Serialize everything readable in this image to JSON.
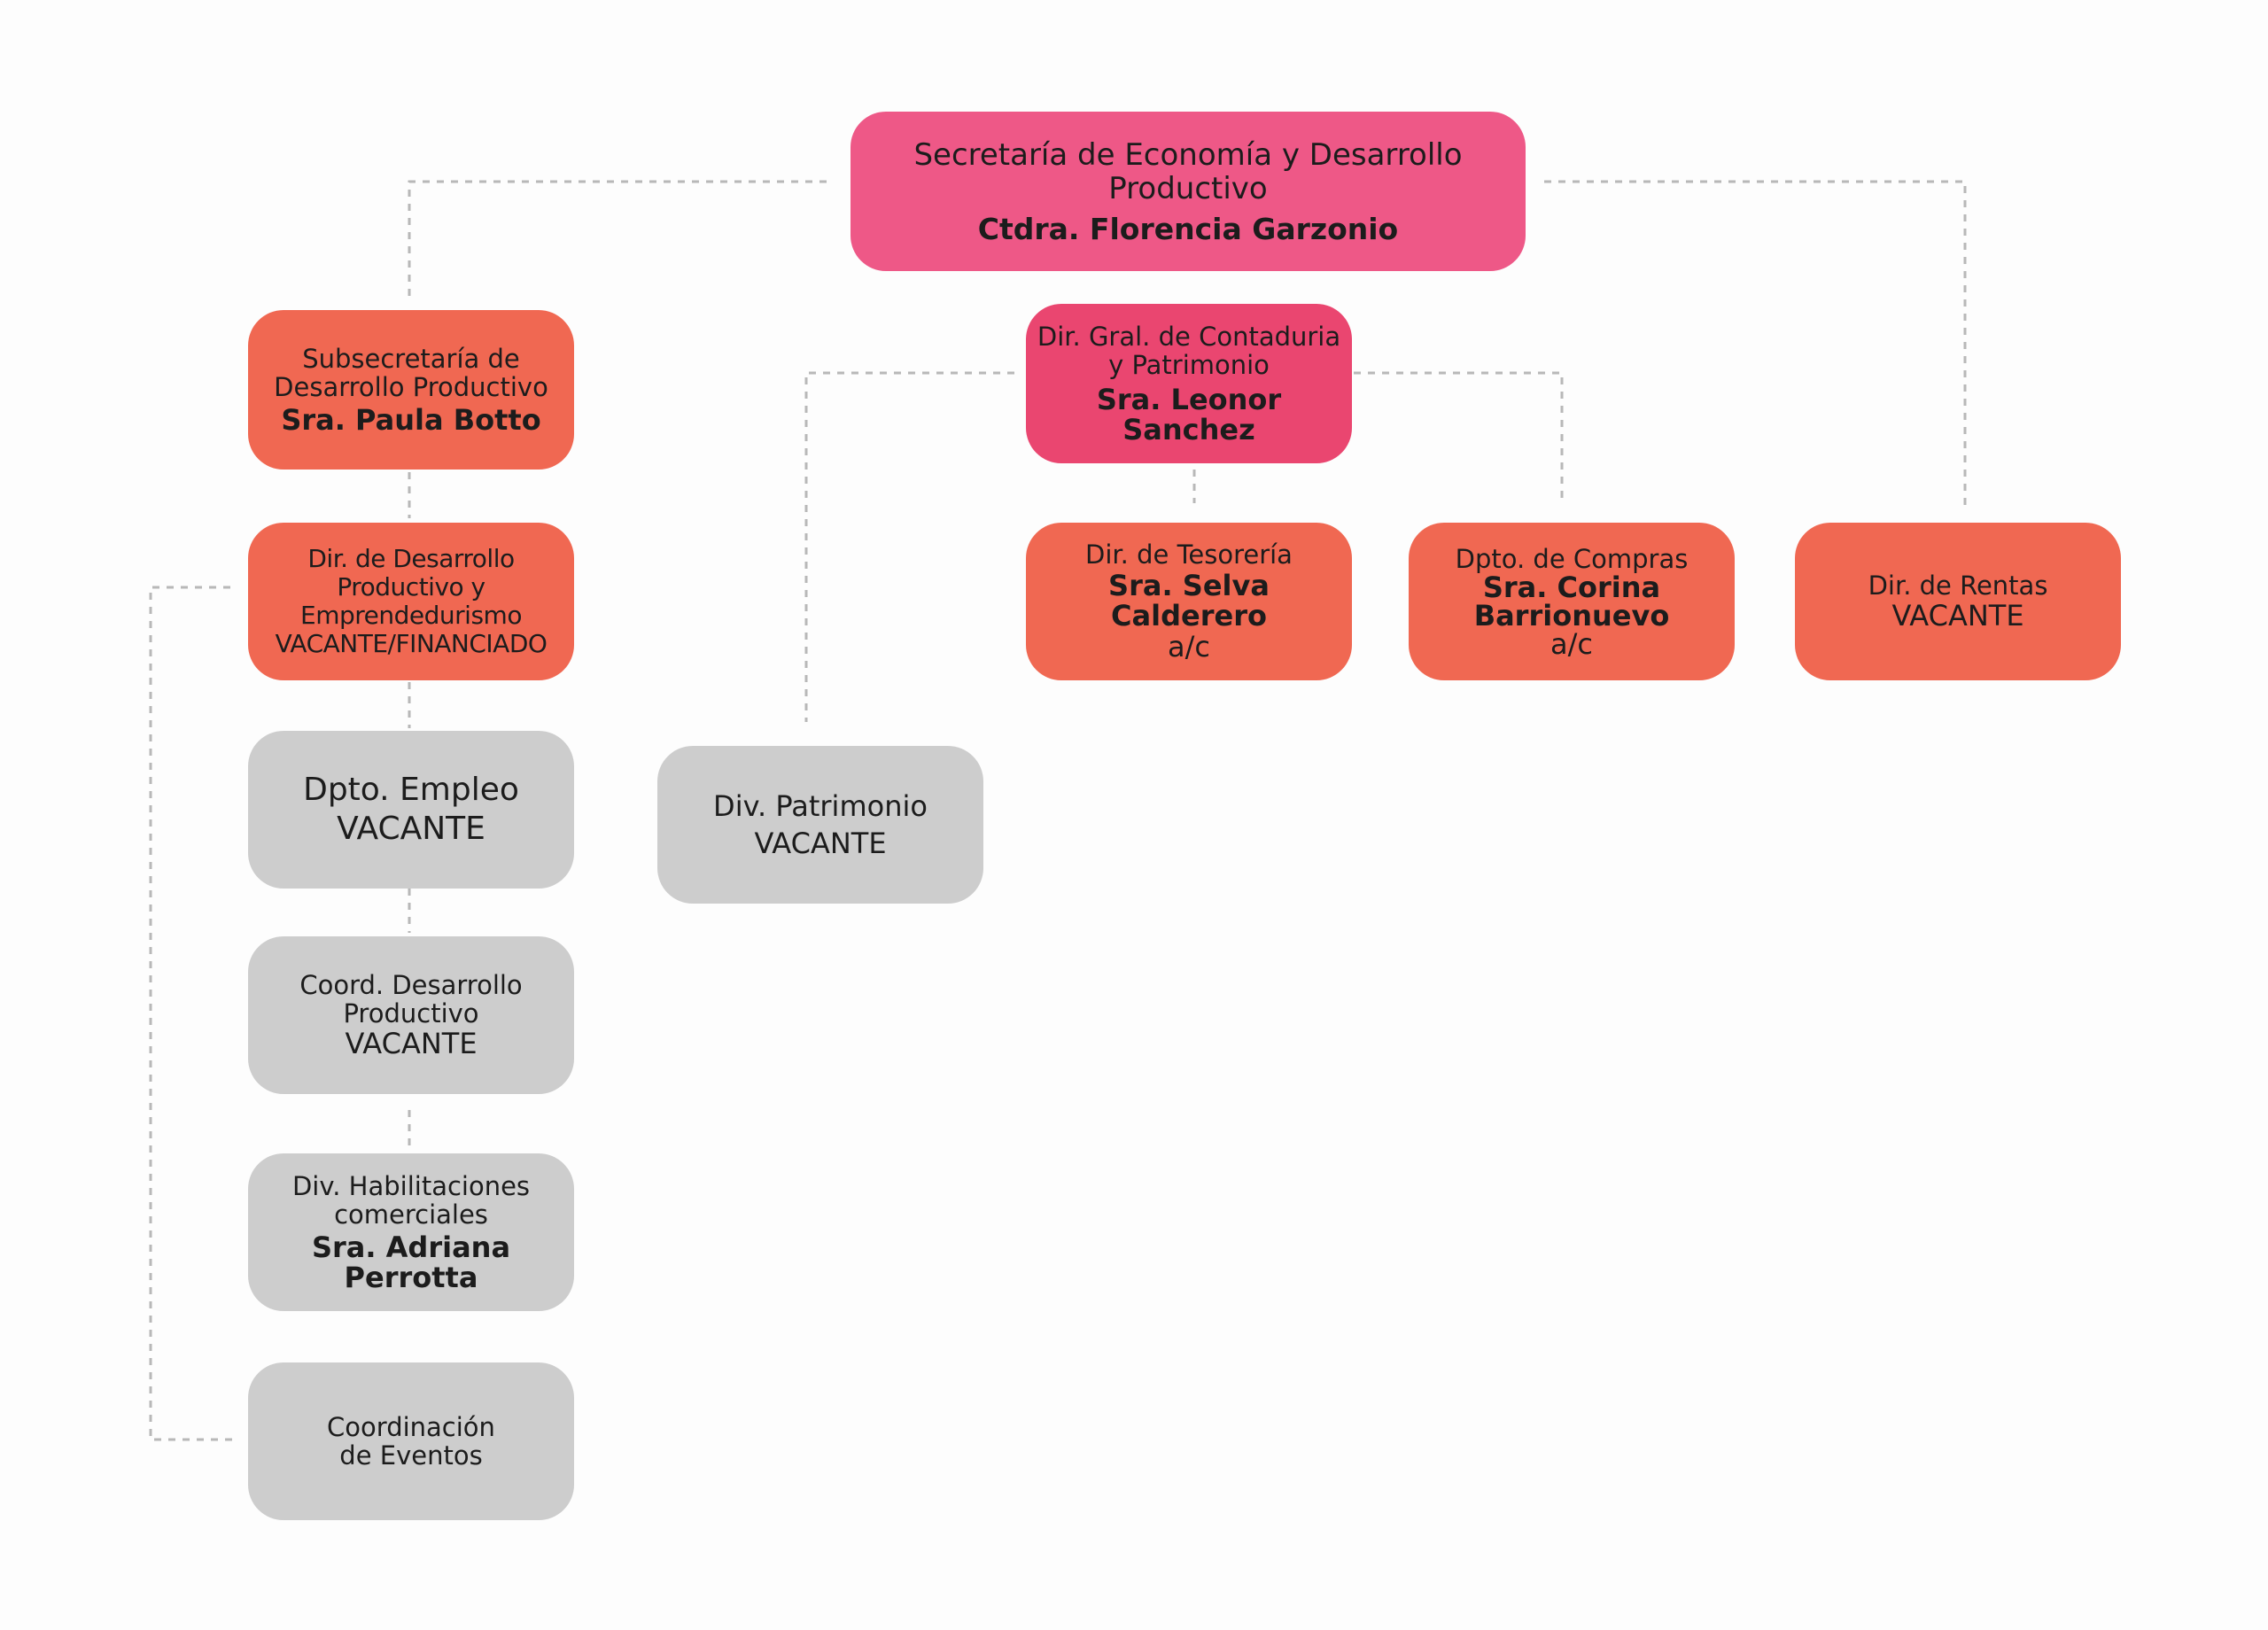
{
  "chart": {
    "root": {
      "title": "Secretaría de Economía y Desarrollo\nProductivo",
      "name": "Ctdra. Florencia Garzonio"
    },
    "subsecretaria": {
      "title": "Subsecretaría de\nDesarrollo Productivo",
      "name": "Sra. Paula Botto"
    },
    "dir_desarrollo": {
      "title": "Dir. de Desarrollo\nProductivo y\nEmprendedurismo\nVACANTE/FINANCIADO"
    },
    "dpto_empleo": {
      "title": "Dpto. Empleo",
      "status": "VACANTE"
    },
    "coord_desarrollo": {
      "title": "Coord. Desarrollo\nProductivo",
      "status": "VACANTE"
    },
    "div_habilitaciones": {
      "title": "Div. Habilitaciones\ncomerciales",
      "name": "Sra. Adriana Perrotta"
    },
    "coord_eventos": {
      "title": "Coordinación\nde Eventos"
    },
    "dir_contaduria": {
      "title": "Dir. Gral. de Contaduria\ny Patrimonio",
      "name": "Sra. Leonor Sanchez"
    },
    "div_patrimonio": {
      "title": "Div. Patrimonio",
      "status": "VACANTE"
    },
    "dir_tesoreria": {
      "title": "Dir. de Tesorería",
      "name": "Sra. Selva Calderero",
      "note": "a/c"
    },
    "dpto_compras": {
      "title": "Dpto. de Compras",
      "name": "Sra. Corina\nBarrionuevo",
      "note": "a/c"
    },
    "dir_rentas": {
      "title": "Dir. de Rentas",
      "status": "VACANTE"
    }
  },
  "colors": {
    "root": "#ee5887",
    "contaduria": "#ea4670",
    "direction": "#f06852",
    "department": "#cdcdcd",
    "connector": "#b8b8b8"
  }
}
